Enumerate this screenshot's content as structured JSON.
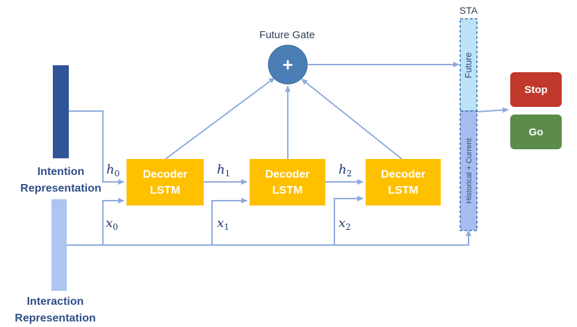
{
  "intention_label_line1": "Intention",
  "intention_label_line2": "Representation",
  "interaction_label_line1": "Interaction",
  "interaction_label_line2": "Representation",
  "future_gate_label": "Future Gate",
  "future_gate_symbol": "+",
  "decoders": [
    {
      "line1": "Decoder",
      "line2": "LSTM"
    },
    {
      "line1": "Decoder",
      "line2": "LSTM"
    },
    {
      "line1": "Decoder",
      "line2": "LSTM"
    }
  ],
  "hidden_labels": [
    {
      "var": "h",
      "sub": "0"
    },
    {
      "var": "h",
      "sub": "1"
    },
    {
      "var": "h",
      "sub": "2"
    }
  ],
  "input_labels": [
    {
      "var": "x",
      "sub": "0"
    },
    {
      "var": "x",
      "sub": "1"
    },
    {
      "var": "x",
      "sub": "2"
    }
  ],
  "sta": {
    "title": "STA",
    "future_label": "Future",
    "historical_label": "Historical + Current"
  },
  "stop_label": "Stop",
  "go_label": "Go",
  "colors": {
    "intention_bar": "#2F5597",
    "interaction_bar": "#ADC5F0",
    "decoder": "#FFC000",
    "gate": "#4A7EB5",
    "arrow": "#8FAADC",
    "stop": "#C0392B",
    "go": "#5B8C4A",
    "sta_future": "#BDE3F7",
    "sta_historical": "#A9BCEF"
  }
}
